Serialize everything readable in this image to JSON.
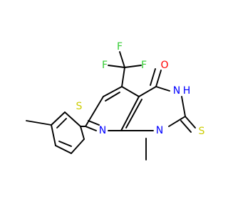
{
  "molecule": {
    "atoms": [
      {
        "id": "F1",
        "label": "F",
        "color": "#33cc33"
      },
      {
        "id": "F2",
        "label": "F",
        "color": "#33cc33"
      },
      {
        "id": "F3",
        "label": "F",
        "color": "#33cc33"
      },
      {
        "id": "O1",
        "label": "O",
        "color": "#ff0000"
      },
      {
        "id": "N1",
        "label": "N",
        "color": "#0000ff"
      },
      {
        "id": "N2",
        "label": "N",
        "color": "#0000ff"
      },
      {
        "id": "H1",
        "label": "H",
        "color": "#0000ff"
      },
      {
        "id": "N3",
        "label": "N",
        "color": "#0000ff"
      },
      {
        "id": "S1",
        "label": "S",
        "color": "#cccc00"
      },
      {
        "id": "S2",
        "label": "S",
        "color": "#cccc00"
      }
    ]
  }
}
